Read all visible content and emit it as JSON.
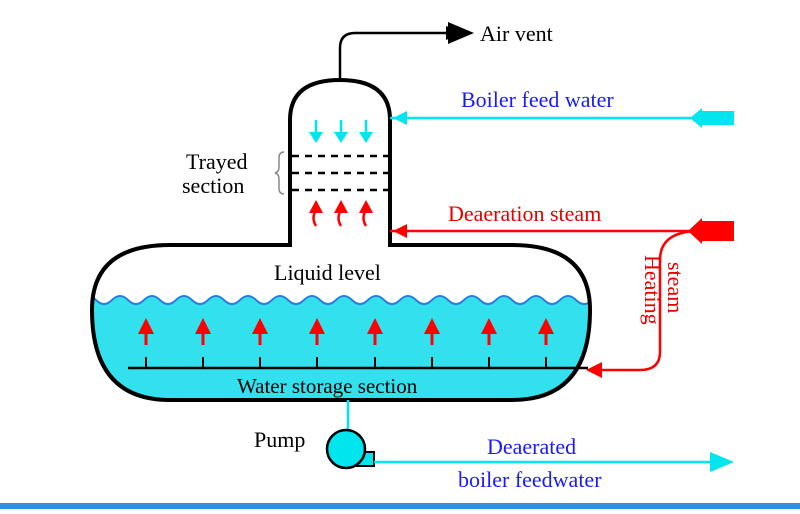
{
  "labels": {
    "air_vent": "Air vent",
    "boiler_feed_water": "Boiler feed water",
    "trayed_line1": "Trayed",
    "trayed_line2": "section",
    "deaeration_steam": "Deaeration steam",
    "heating_line1": "Heating",
    "heating_line2": "steam",
    "liquid_level": "Liquid level",
    "water_storage": "Water storage section",
    "pump": "Pump",
    "deaerated_line1": "Deaerated",
    "deaerated_line2": "boiler feedwater"
  },
  "colors": {
    "water": "#00e5ee",
    "water_fill": "#33e0ee",
    "steam": "#ff0000",
    "outline": "#000000",
    "accent_bar": "#2f8fe0"
  },
  "counts": {
    "trays": 3,
    "steam_risers": 8
  }
}
